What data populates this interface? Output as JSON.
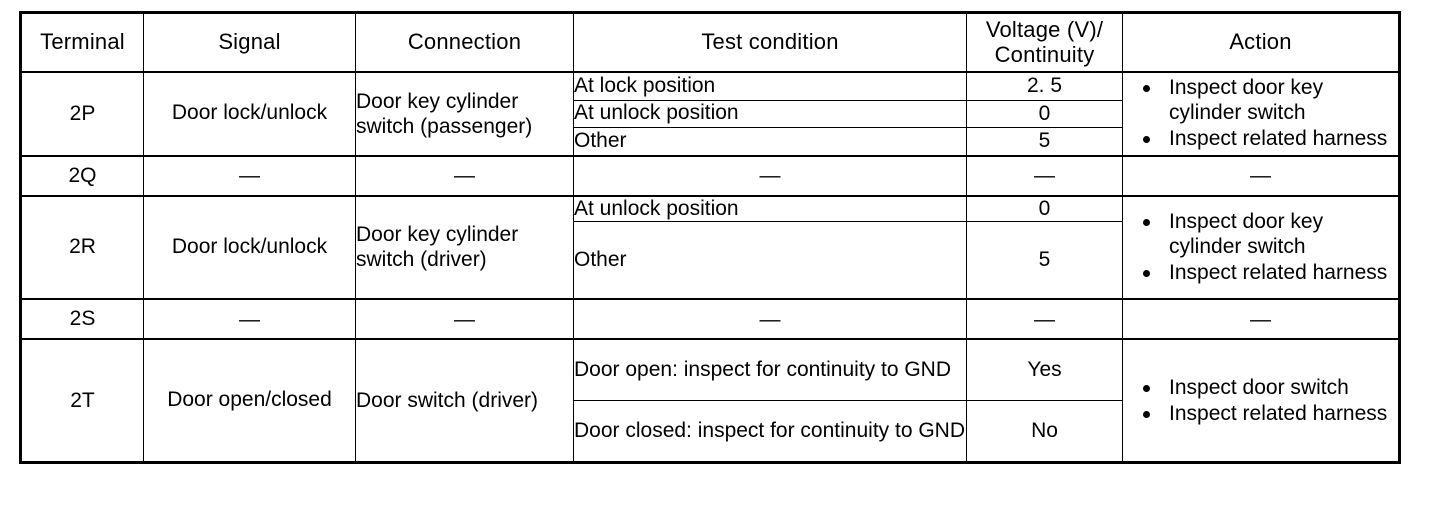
{
  "table": {
    "columns": [
      {
        "key": "terminal",
        "label": "Terminal"
      },
      {
        "key": "signal",
        "label": "Signal"
      },
      {
        "key": "connection",
        "label": "Connection"
      },
      {
        "key": "test_condition",
        "label": "Test condition"
      },
      {
        "key": "voltage",
        "label_line1": "Voltage (V)/",
        "label_line2": "Continuity"
      },
      {
        "key": "action",
        "label": "Action"
      }
    ],
    "rows": [
      {
        "terminal": "2P",
        "signal": "Door lock/unlock",
        "connection": "Door key cylinder switch (passenger)",
        "conditions": [
          {
            "test": "At lock position",
            "value": "2. 5"
          },
          {
            "test": "At unlock position",
            "value": "0"
          },
          {
            "test": "Other",
            "value": "5"
          }
        ],
        "actions": [
          "Inspect door key cylinder switch",
          "Inspect related harness"
        ]
      },
      {
        "terminal": "2Q",
        "signal": "—",
        "connection": "—",
        "conditions": [
          {
            "test": "—",
            "value": "—"
          }
        ],
        "actions_dash": "—"
      },
      {
        "terminal": "2R",
        "signal": "Door lock/unlock",
        "connection": "Door key cylinder switch (driver)",
        "conditions": [
          {
            "test": "At unlock position",
            "value": "0"
          },
          {
            "test": "Other",
            "value": "5"
          }
        ],
        "actions": [
          "Inspect door key cylinder switch",
          "Inspect related harness"
        ]
      },
      {
        "terminal": "2S",
        "signal": "—",
        "connection": "—",
        "conditions": [
          {
            "test": "—",
            "value": "—"
          }
        ],
        "actions_dash": "—"
      },
      {
        "terminal": "2T",
        "signal": "Door open/closed",
        "connection": "Door switch (driver)",
        "conditions": [
          {
            "test": "Door open: inspect for continuity to GND",
            "value": "Yes"
          },
          {
            "test": "Door closed: inspect for continuity to GND",
            "value": "No"
          }
        ],
        "actions": [
          "Inspect door switch",
          "Inspect related harness"
        ]
      }
    ]
  },
  "colors": {
    "border": "#000000",
    "text": "#000000",
    "background": "#ffffff"
  }
}
